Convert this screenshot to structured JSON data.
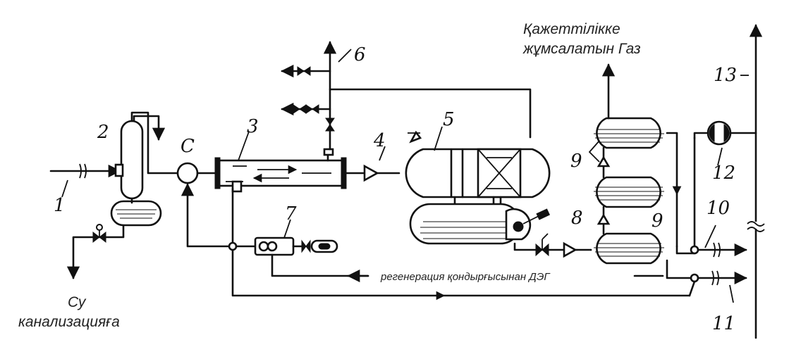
{
  "diagram": {
    "labels": {
      "n1": "1",
      "n2": "2",
      "n3": "3",
      "n4": "4",
      "n5": "5",
      "n6": "6",
      "n7": "7",
      "n8": "8",
      "n9a": "9",
      "n9b": "9",
      "n10": "10",
      "n11": "11",
      "n12": "12",
      "n13": "13",
      "c": "C"
    },
    "captions": {
      "gas_line1": "Қажеттілікке",
      "gas_line2": "жұмсалатын Газ",
      "water_line1": "Су",
      "water_line2": "канализацияға",
      "deg": "регенерация қондырғысынан ДЭГ"
    }
  }
}
